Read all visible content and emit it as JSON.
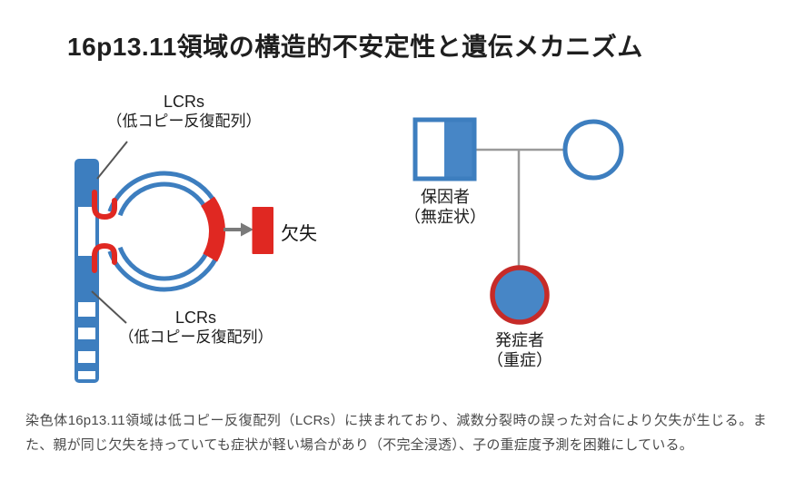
{
  "title": "16p13.11領域の構造的不安定性と遺伝メカニズム",
  "left_diagram": {
    "lcrs_top": {
      "line1": "LCRs",
      "line2": "（低コピー反復配列）"
    },
    "lcrs_bottom": {
      "line1": "LCRs",
      "line2": "（低コピー反復配列）"
    },
    "deletion_label": "欠失"
  },
  "pedigree": {
    "carrier": {
      "line1": "保因者",
      "line2": "（無症状）"
    },
    "affected": {
      "line1": "発症者",
      "line2": "（重症）"
    }
  },
  "footer": "染色体16p13.11領域は低コピー反復配列（LCRs）に挟まれており、減数分裂時の誤った対合により欠失が生じる。また、親が同じ欠失を持っていても症状が軽い場合があり（不完全浸透）、子の重症度予測を困難にしている。",
  "colors": {
    "blue": "#3d7ebf",
    "blue-fill": "#4786c6",
    "red": "#e02822",
    "red-dark": "#c62b28",
    "gray-line": "#9a9a9a",
    "arrow-gray": "#7a7a7a",
    "pointer-gray": "#555555",
    "title-color": "#1f1f1f",
    "footer-color": "#4a4a4a"
  }
}
